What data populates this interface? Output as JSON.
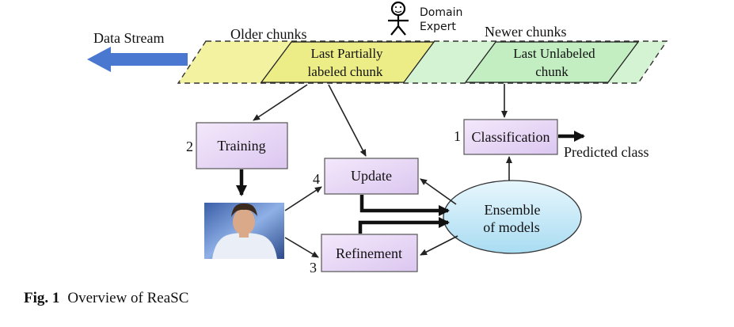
{
  "diagram": {
    "data_stream_label": "Data Stream",
    "older_chunks_label": "Older chunks",
    "newer_chunks_label": "Newer chunks",
    "domain_expert_line1": "Domain",
    "domain_expert_line2": "Expert",
    "last_partial_line1": "Last Partially",
    "last_partial_line2": "labeled chunk",
    "last_unlabeled_line1": "Last Unlabeled",
    "last_unlabeled_line2": "chunk",
    "classification": {
      "label": "Classification",
      "step": "1"
    },
    "training": {
      "label": "Training",
      "step": "2"
    },
    "refinement": {
      "label": "Refinement",
      "step": "3"
    },
    "update": {
      "label": "Update",
      "step": "4"
    },
    "ensemble_line1": "Ensemble",
    "ensemble_line2": "of models",
    "predicted_class": "Predicted class"
  },
  "caption": {
    "label": "Fig. 1",
    "text": "Overview of ReaSC"
  },
  "colors": {
    "older_fill": "#f2f2a0",
    "newer_fill": "#ccf2cc",
    "box_fill": "#ead9f7",
    "ensemble_fill": "#bfe6f7",
    "arrow_blue": "#4a78d0"
  }
}
